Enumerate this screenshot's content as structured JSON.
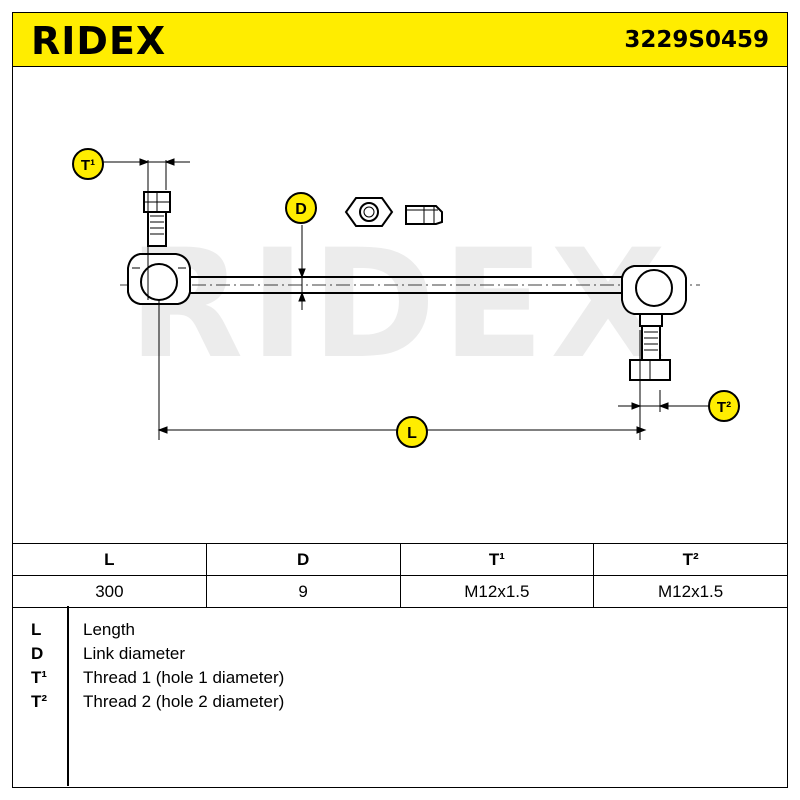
{
  "header": {
    "brand": "RIDEX",
    "part_number": "3229S0459"
  },
  "drawing": {
    "watermark": "RIDEX",
    "callouts": {
      "t1": "T¹",
      "d": "D",
      "t2": "T²",
      "l": "L"
    }
  },
  "spec_table": {
    "columns": [
      "L",
      "D",
      "T¹",
      "T²"
    ],
    "values": [
      "300",
      "9",
      "M12x1.5",
      "M12x1.5"
    ]
  },
  "legend": {
    "items": [
      {
        "symbol": "L",
        "description": "Length"
      },
      {
        "symbol": "D",
        "description": "Link diameter"
      },
      {
        "symbol": "T¹",
        "description": "Thread 1 (hole 1 diameter)"
      },
      {
        "symbol": "T²",
        "description": "Thread 2 (hole 2 diameter)"
      }
    ]
  },
  "colors": {
    "header_bg": "#ffed00",
    "badge_bg": "#ffed00",
    "watermark": "#ececec",
    "line": "#000000"
  }
}
